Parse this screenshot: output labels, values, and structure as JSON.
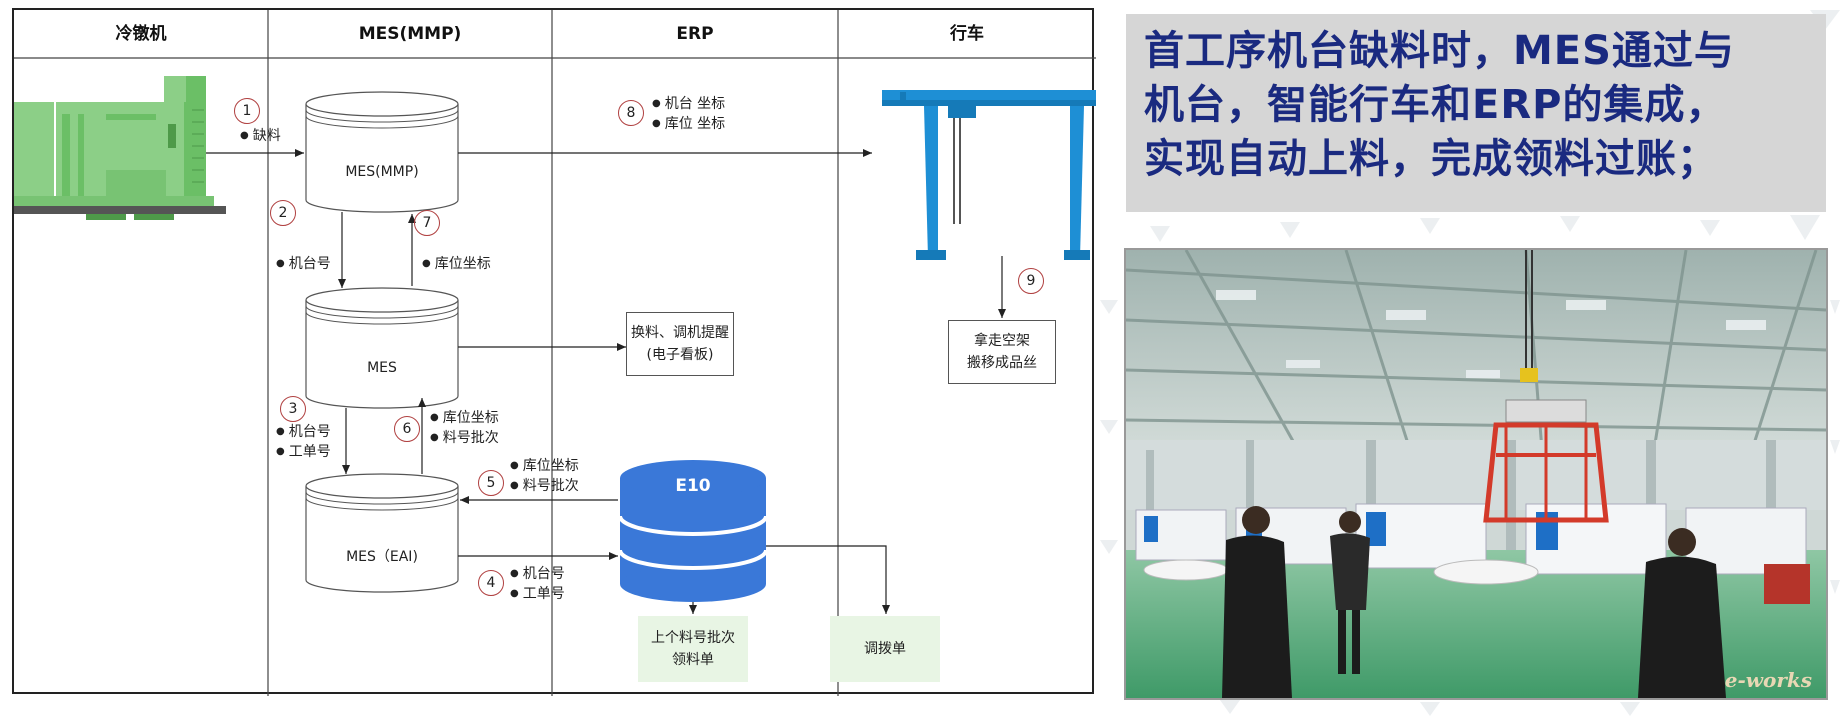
{
  "diagram": {
    "columns": [
      "冷镦机",
      "MES(MMP)",
      "ERP",
      "行车"
    ],
    "nodes": {
      "mes_mmp": "MES(MMP)",
      "mes": "MES",
      "mes_eai": "MES（EAI)",
      "e10": "E10",
      "reminder_line1": "换料、调机提醒",
      "reminder_line2": "(电子看板)",
      "crane_task_line1": "拿走空架",
      "crane_task_line2": "搬移成品丝",
      "prev_batch_line1": "上个料号批次",
      "prev_batch_line2": "领料单",
      "transfer_order": "调拨单"
    },
    "steps": [
      "1",
      "2",
      "3",
      "4",
      "5",
      "6",
      "7",
      "8",
      "9"
    ],
    "labels": {
      "shortage": "缺料",
      "machine_no": "机台号",
      "work_order_no": "工单号",
      "location_coord": "库位坐标",
      "material_batch": "料号批次",
      "machine_coord": "机台 坐标",
      "location_coord_spaced": "库位 坐标"
    },
    "colors": {
      "machine_green": "#8ccf87",
      "crane_blue": "#1e8fd5",
      "e10_blue": "#3a78d8",
      "step_circle": "#b04040"
    }
  },
  "headline": {
    "line1": "首工序机台缺料时，MES通过与",
    "line2": "机台，智能行车和ERP的集成，",
    "line3": "实现自动上料，完成领料过账；"
  },
  "photo": {
    "watermark": "e-works"
  }
}
